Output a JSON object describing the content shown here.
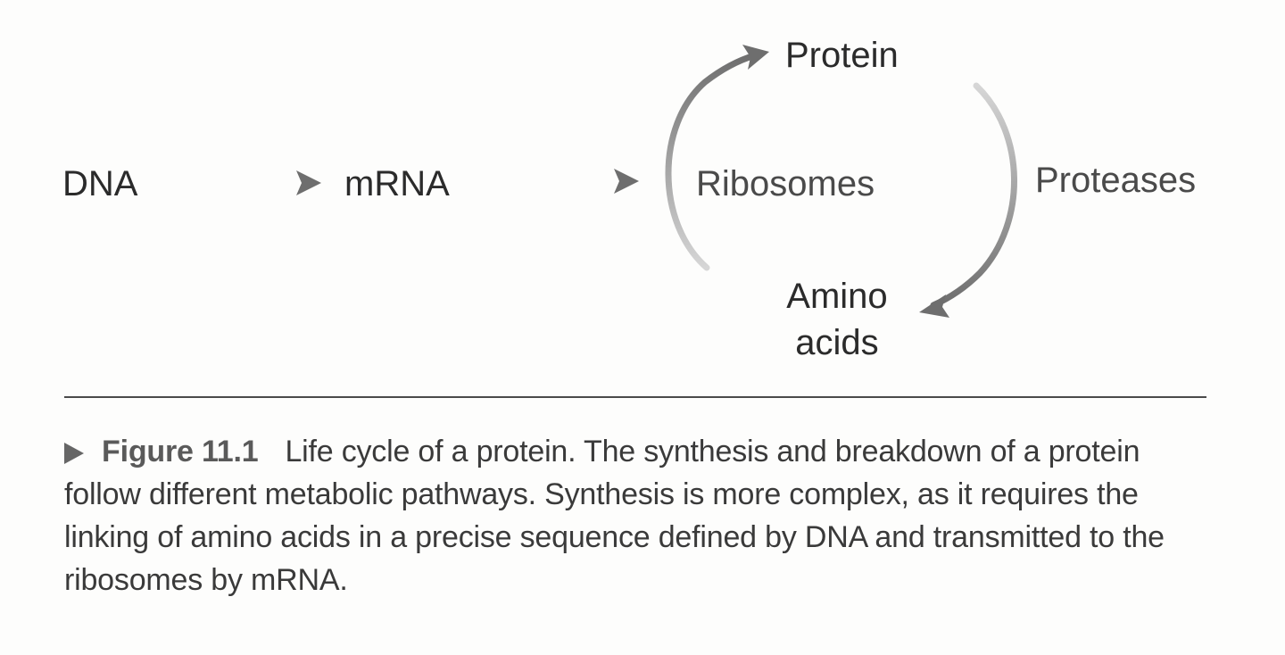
{
  "diagram": {
    "nodes": {
      "dna": "DNA",
      "mrna": "mRNA",
      "protein": "Protein",
      "ribosomes": "Ribosomes",
      "proteases": "Proteases",
      "amino_line1": "Amino",
      "amino_line2": "acids"
    },
    "arrow_color": "#777777",
    "label_color": "#2b2b2b"
  },
  "caption": {
    "marker_icon": "right-triangle-icon",
    "figure_number": "Figure 11.1",
    "text": "Life cycle of a protein. The synthesis and breakdown of a protein follow different metabolic pathways. Synthesis is more complex, as it requires the linking of amino acids in a precise sequence defined by DNA and transmitted to the ribosomes by mRNA."
  }
}
